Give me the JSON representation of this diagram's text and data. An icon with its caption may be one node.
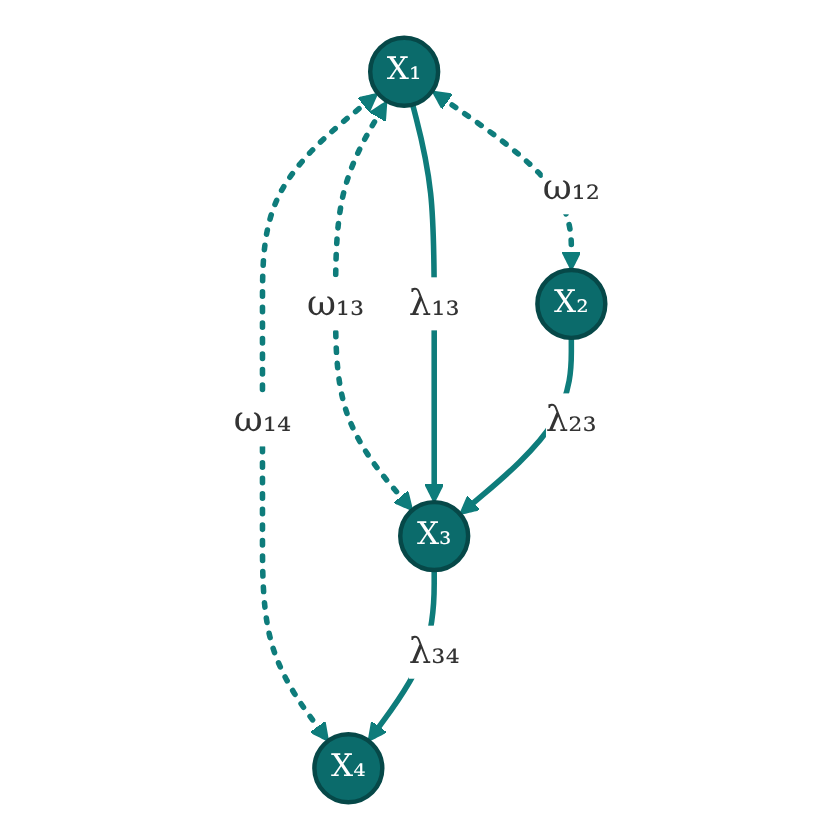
{
  "diagram": {
    "nodes": [
      {
        "text": [
          "X₁"
        ]
      },
      {
        "text": [
          "X₂"
        ]
      },
      {
        "text": [
          "X₃"
        ]
      },
      {
        "text": [
          "X₄"
        ]
      }
    ],
    "edges": [
      {
        "from": 0,
        "to": 1,
        "arrow": "both",
        "label": "ω₁₂",
        "style": "dashed"
      },
      {
        "from": 0,
        "to": 2,
        "arrow": "both",
        "label": "ω₁₃",
        "style": "dashed"
      },
      {
        "from": 0,
        "to": 3,
        "arrow": "both",
        "label": "ω₁₄",
        "style": "dashed"
      },
      {
        "from": 0,
        "to": 2,
        "arrow": "to",
        "label": "λ₁₃"
      },
      {
        "from": 1,
        "to": 2,
        "arrow": "to",
        "label": "λ₂₃"
      },
      {
        "from": 2,
        "to": 3,
        "arrow": "to",
        "label": "λ₃₄"
      }
    ]
  }
}
